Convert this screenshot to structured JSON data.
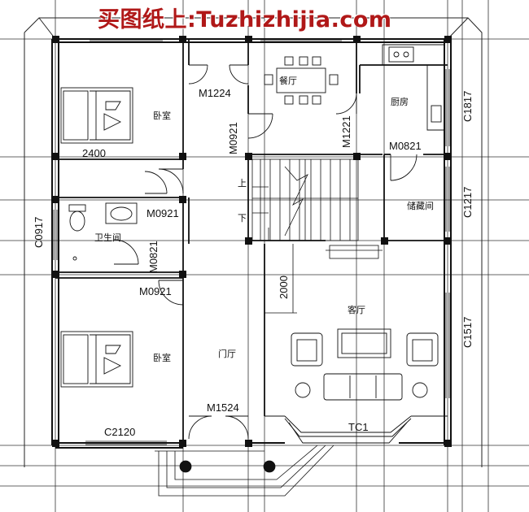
{
  "watermark": "买图纸上:Tuzhizhijia.com",
  "rooms": {
    "bedroom_top": "卧室",
    "bedroom_bottom": "卧室",
    "dining": "餐厅",
    "kitchen": "厨房",
    "storage": "储藏间",
    "bathroom": "卫生间",
    "living": "客厅",
    "foyer": "门厅"
  },
  "labels": {
    "m1224": "M1224",
    "m0921_a": "M0921",
    "m1221": "M1221",
    "m0821_kitchen": "M0821",
    "c1817": "C1817",
    "dim_2400": "2400",
    "m0921_b": "M0921",
    "c1217": "C1217",
    "c0917": "C0917",
    "m0821_bath": "M0821",
    "m0921_c": "M0921",
    "dim_2000": "2000",
    "c1517": "C1517",
    "m1524": "M1524",
    "c2120": "C2120",
    "tc1": "TC1",
    "stair_up": "上",
    "stair_down": "下"
  }
}
